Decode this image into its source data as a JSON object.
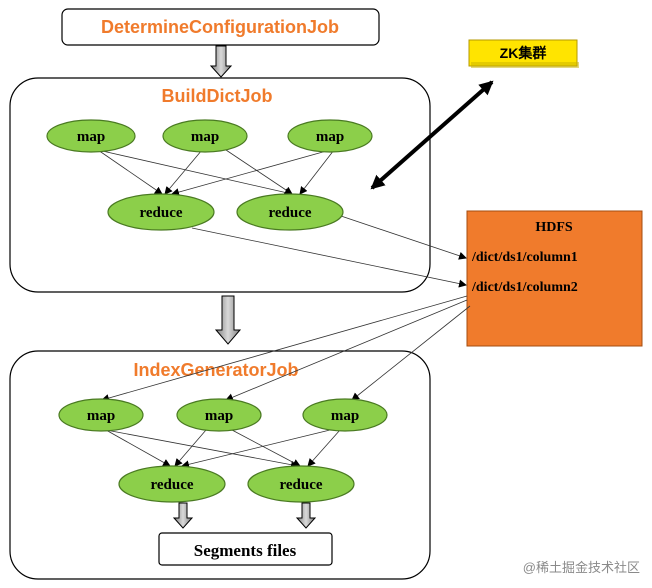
{
  "jobs": {
    "determine": "DetermineConfigurationJob",
    "build_dict": "BuildDictJob",
    "index_generator": "IndexGeneratorJob"
  },
  "nodes": {
    "map": "map",
    "reduce": "reduce"
  },
  "zk": "ZK集群",
  "hdfs": {
    "title": "HDFS",
    "path1": "/dict/ds1/column1",
    "path2": "/dict/ds1/column2"
  },
  "segments": "Segments files",
  "watermark": "@稀土掘金技术社区",
  "colors": {
    "job_title": "#f07b2c",
    "node_fill": "#8ccf4a",
    "node_stroke": "#4a7a22",
    "hdfs_fill": "#f07b2c",
    "zk_fill": "#ffe400",
    "arrow_gray": "#b3b3b3"
  }
}
